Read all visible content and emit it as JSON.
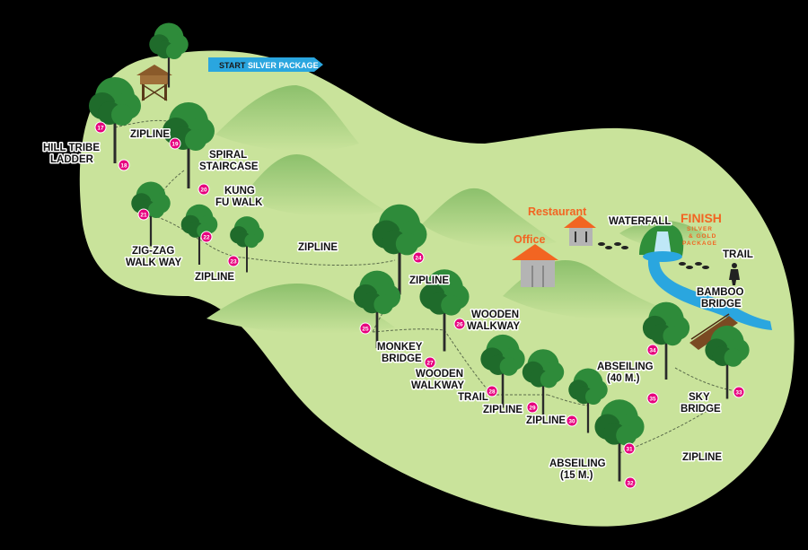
{
  "start_banner": {
    "start": "START",
    "package": "SILVER PACKAGE"
  },
  "finish": {
    "title": "FINISH",
    "line1": "SILVER",
    "line2": "& GOLD",
    "line3": "PACKAGE"
  },
  "facilities": {
    "restaurant": "Restaurant",
    "office": "Office"
  },
  "labels": {
    "zipline_top": "ZIPLINE",
    "hill_tribe_1": "HILL TRIBE",
    "hill_tribe_2": "LADDER",
    "spiral_1": "SPIRAL",
    "spiral_2": "STAIRCASE",
    "kung_fu_1": "KUNG",
    "kung_fu_2": "FU WALK",
    "zigzag_1": "ZIG-ZAG",
    "zigzag_2": "WALK WAY",
    "zipline_left": "ZIPLINE",
    "zipline_mid": "ZIPLINE",
    "zipline_center": "ZIPLINE",
    "waterfall": "WATERFALL",
    "trail_right": "TRAIL",
    "bamboo_1": "BAMBOO",
    "bamboo_2": "BRIDGE",
    "wooden_walkway_top_1": "WOODEN",
    "wooden_walkway_top_2": "WALKWAY",
    "monkey_1": "MONKEY",
    "monkey_2": "BRIDGE",
    "wooden_walkway_bottom_1": "WOODEN",
    "wooden_walkway_bottom_2": "WALKWAY",
    "trail_bottom": "TRAIL",
    "zipline_b1": "ZIPLINE",
    "zipline_b2": "ZIPLINE",
    "abseiling40_1": "ABSEILING",
    "abseiling40_2": "(40 M.)",
    "sky_1": "SKY",
    "sky_2": "BRIDGE",
    "abseiling15_1": "ABSEILING",
    "abseiling15_2": "(15 M.)",
    "zipline_br": "ZIPLINE"
  },
  "stations": [
    "17",
    "18",
    "19",
    "20",
    "21",
    "22",
    "23",
    "24",
    "25",
    "26",
    "27",
    "28",
    "29",
    "30",
    "31",
    "32",
    "33",
    "34",
    "35"
  ],
  "colors": {
    "background": "#000000",
    "land": "#c9e39b",
    "hill": "#94c474",
    "tree": "#2e8b3a",
    "tree_dark": "#1f6b2b",
    "trunk": "#2a2a2a",
    "marker": "#e6007e",
    "river": "#2aa6df",
    "start_banner": "#2aa6df",
    "building": "#f26522",
    "finish": "#f26522"
  }
}
